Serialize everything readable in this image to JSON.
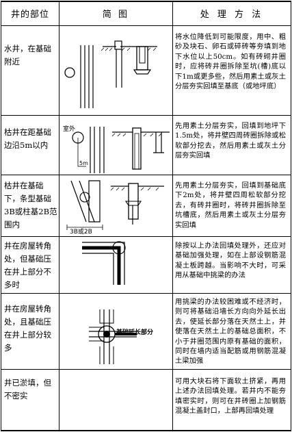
{
  "header": {
    "location": "井的部位",
    "diagram": "简 图",
    "method": "处 理 方 法"
  },
  "rows": [
    {
      "location": "水井，在基础附近",
      "method": "将水位降低到可能限度，用中、粗砂及块石、卵石或碎砖等夯填到地下水位以上50cm。如有砖砌井圈时，应将砖井圈拆除至坑(槽)底以下1m或更多些，然后用素土或灰土分层夯实回填至基底（或地坪底）",
      "labels": []
    },
    {
      "location": "枯井在距基础边沿5m以内",
      "method": "先用素土分层夯实，回填到地坪下1.5m处，将井壁四周砖圈拆除或松软部分挖去，然后用素土或灰土分层夯实回填",
      "labels": [
        "室外",
        "5m"
      ]
    },
    {
      "location": "枯井在基础下，条型基础3B或柱基2B范围内",
      "method": "先用素土分层夯实，回填到基础底下2m处，将井壁四周松软部分挖去，有砖井圈时，将砖井圈拆除至坑槽底，然后用素土或灰土分层夯实回填",
      "labels": [
        "3B或2B"
      ]
    },
    {
      "location": "井在房屋转角处，但基础压在井上部分不多时",
      "method": "除按以上办法回填处理外，还应对基础加强处理，如在上部设钢筋混凝土板跨越。当影响不大时，可采用从基础中挑梁的办法",
      "labels": []
    },
    {
      "location": "井在房屋转角处，且基础压在井上部分较多",
      "method": "用挑梁的办法较困难或不经济时，则可将基础沿墙长方向向外延长出去，使延长部分落在天然土上，并使落在天然土上的基础总面积，不小于井圈范围内原有基础的面积，同时在墙内适当配筋或用钢筋混凝土梁加强",
      "labels": [
        "基础延长部分"
      ]
    },
    {
      "location": "井已淤填，但不密实",
      "method": "可用大块石将下面软土挤紧，再用上述办法回填处理。若井内不能夯填密实时，则可在井砖圈上加钢筋混凝土盖封口，上部再回填处理",
      "labels": []
    }
  ]
}
